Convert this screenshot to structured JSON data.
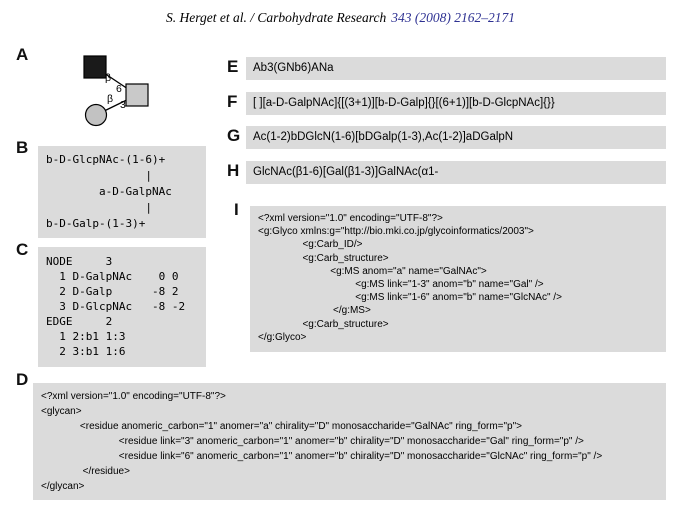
{
  "header": {
    "title": "S. Herget et al. / Carbohydrate Research",
    "citation": "343 (2008) 2162–2171"
  },
  "colors": {
    "panel_background": "#dbdbdb",
    "citation_text": "#2e3192",
    "glcnac_symbol_fill": "#1a1a1a",
    "galnac_symbol_fill": "#c9c9c9",
    "gal_symbol_fill": "#c2c2c2"
  },
  "panels": {
    "A": {
      "label": "A",
      "diagram": {
        "symbols": [
          "filled-square-icon",
          "gray-square-icon",
          "gray-circle-icon"
        ],
        "linkage_labels": [
          "β",
          "6",
          "β",
          "3"
        ]
      }
    },
    "B": {
      "label": "B",
      "content": "b-D-GlcpNAc-(1-6)+\n               |\n        a-D-GalpNAc\n               |\nb-D-Galp-(1-3)+"
    },
    "C": {
      "label": "C",
      "content": "NODE     3\n  1 D-GalpNAc    0 0\n  2 D-Galp      -8 2\n  3 D-GlcpNAc   -8 -2\nEDGE     2\n  1 2:b1 1:3\n  2 3:b1 1:6"
    },
    "D": {
      "label": "D",
      "content": "<?xml version=\"1.0\" encoding=\"UTF-8\"?>\n<glycan>\n              <residue anomeric_carbon=\"1\" anomer=\"a\" chirality=\"D\" monosaccharide=\"GalNAc\" ring_form=\"p\">\n                            <residue link=\"3\" anomeric_carbon=\"1\" anomer=\"b\" chirality=\"D\" monosaccharide=\"Gal\" ring_form=\"p\" />\n                            <residue link=\"6\" anomeric_carbon=\"1\" anomer=\"b\" chirality=\"D\" monosaccharide=\"GlcNAc\" ring_form=\"p\" />\n               </residue>\n</glycan>"
    },
    "E": {
      "label": "E",
      "content": "Ab3(GNb6)ANa"
    },
    "F": {
      "label": "F",
      "content": "[ ][a-D-GalpNAc]{[(3+1)][b-D-Galp]{}[(6+1)][b-D-GlcpNAc]{}}"
    },
    "G": {
      "label": "G",
      "content": "Ac(1-2)bDGlcN(1-6)[bDGalp(1-3),Ac(1-2)]aDGalpN"
    },
    "H": {
      "label": "H",
      "content": "GlcNAc(β1-6)[Gal(β1-3)]GalNAc(α1-"
    },
    "I": {
      "label": "I",
      "content": "<?xml version=\"1.0\" encoding=\"UTF-8\"?>\n<g:Glyco xmlns:g=\"http://bio.mki.co.jp/glycoinformatics/2003\">\n                <g:Carb_ID/>\n                <g:Carb_structure>\n                          <g:MS anom=\"a\" name=\"GalNAc\">\n                                   <g:MS link=\"1-3\" anom=\"b\" name=\"Gal\" />\n                                   <g:MS link=\"1-6\" anom=\"b\" name=\"GlcNAc\" />\n                           </g:MS>\n                <g:Carb_structure>\n</g:Glyco>"
    }
  }
}
